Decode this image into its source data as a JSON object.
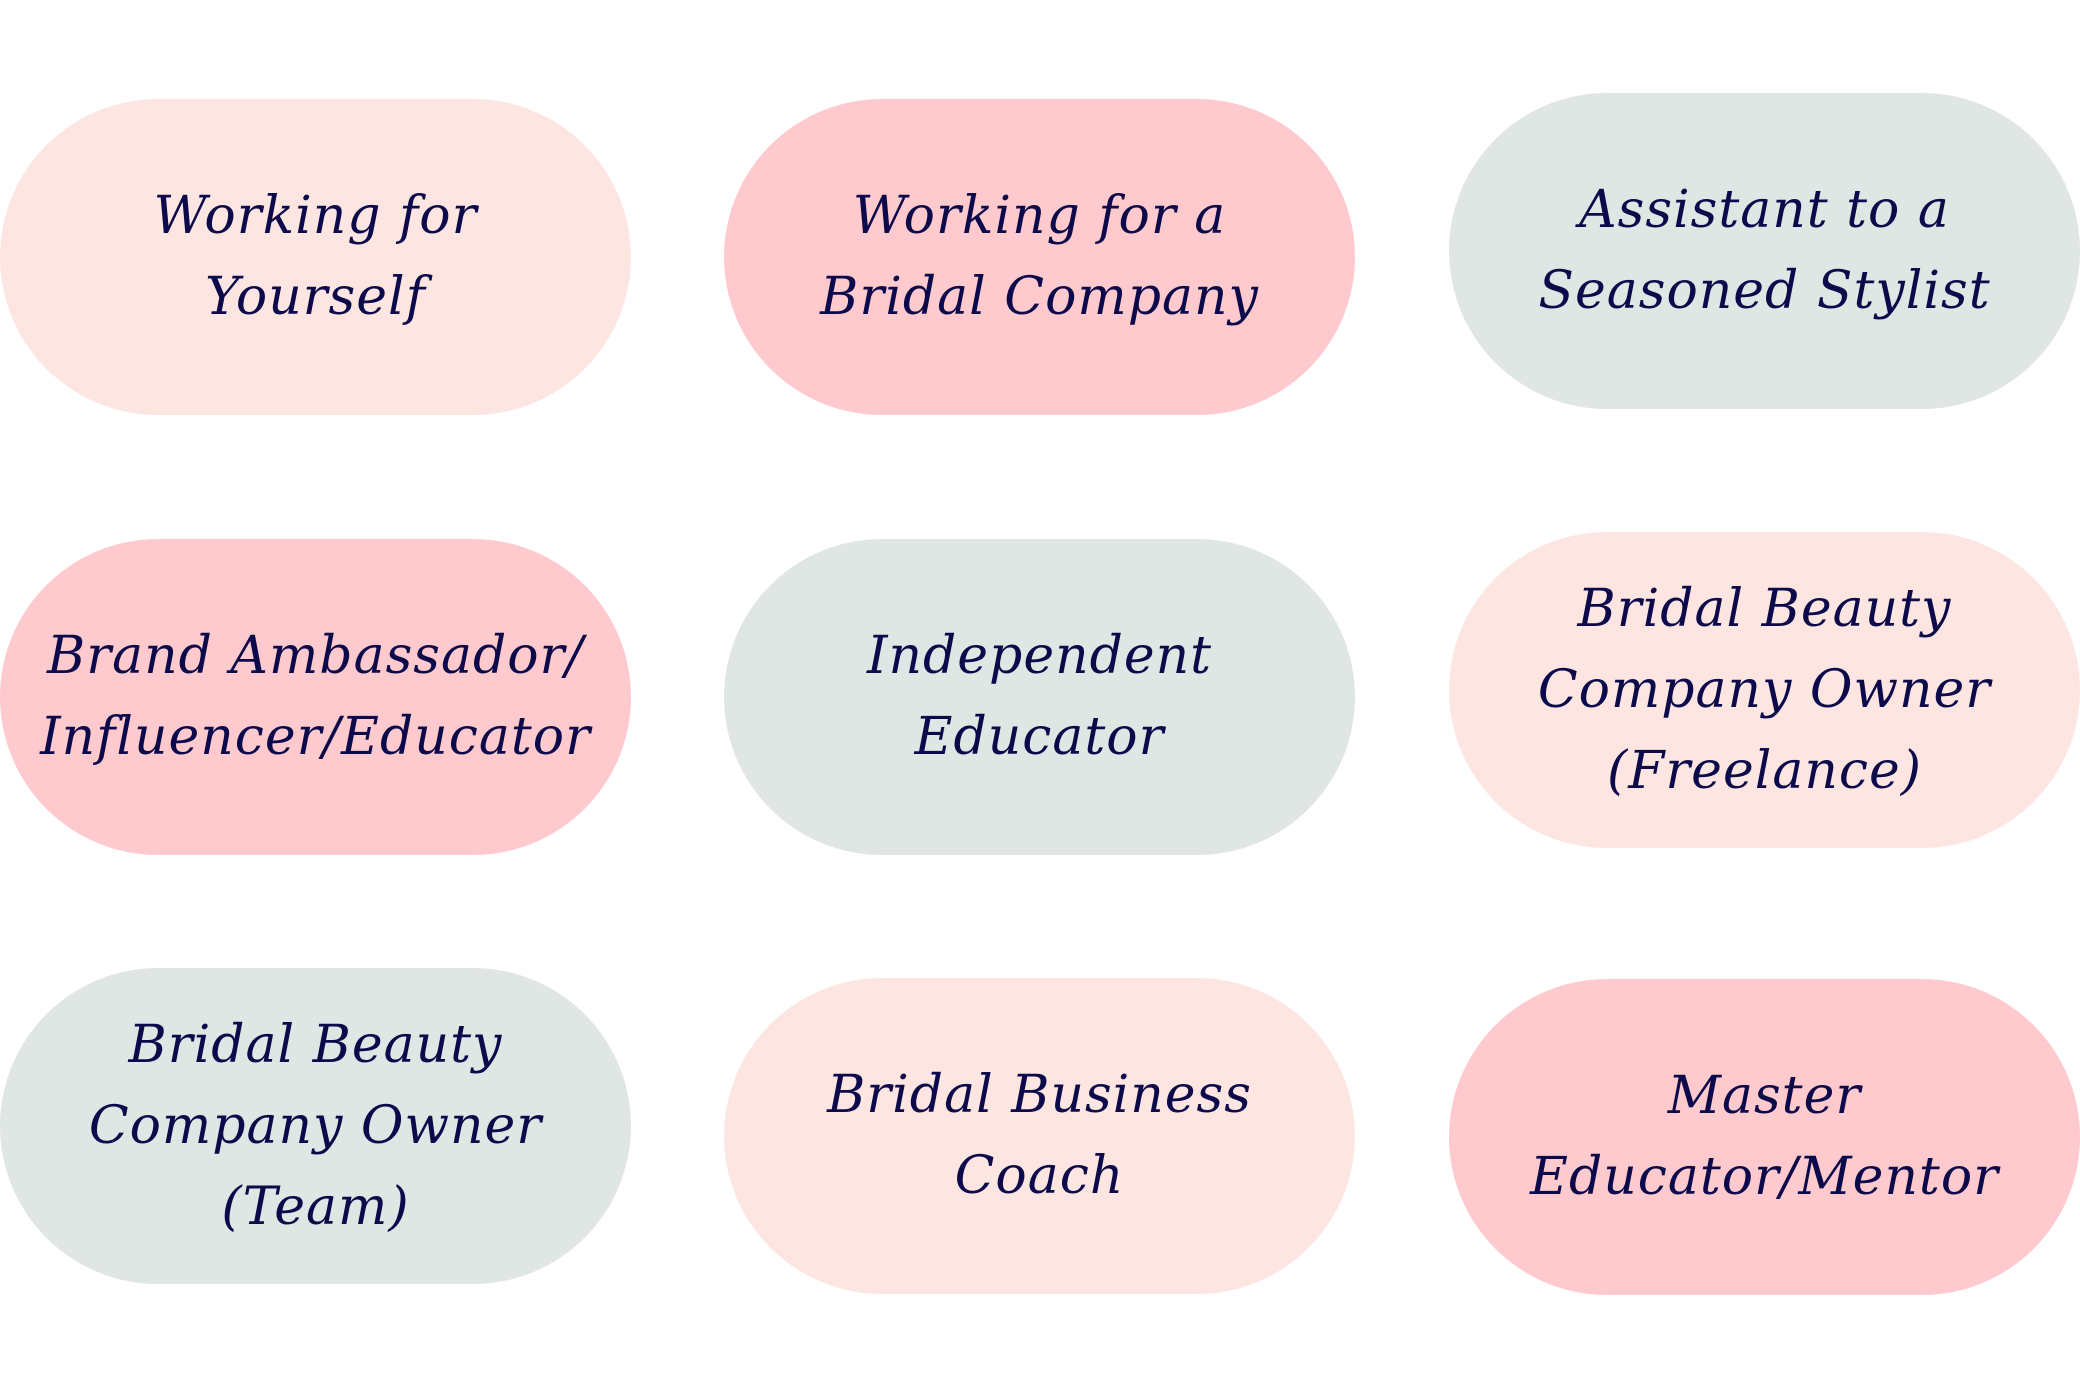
{
  "colors": {
    "light_pink": "#fde6e2",
    "pink": "#fecacd",
    "sage": "#dfe6e3",
    "text": "#0c0a4a"
  },
  "cards": [
    {
      "label": "Working for\nYourself",
      "color": "light_pink"
    },
    {
      "label": "Working for a\nBridal Company",
      "color": "pink"
    },
    {
      "label": "Assistant to a\nSeasoned Stylist",
      "color": "sage"
    },
    {
      "label": "Brand Ambassador/\nInfluencer/Educator",
      "color": "pink"
    },
    {
      "label": "Independent\nEducator",
      "color": "sage"
    },
    {
      "label": "Bridal Beauty\nCompany Owner\n(Freelance)",
      "color": "light_pink"
    },
    {
      "label": "Bridal Beauty\nCompany Owner\n(Team)",
      "color": "sage"
    },
    {
      "label": "Bridal Business\nCoach",
      "color": "light_pink"
    },
    {
      "label": "Master\nEducator/Mentor",
      "color": "pink"
    }
  ]
}
